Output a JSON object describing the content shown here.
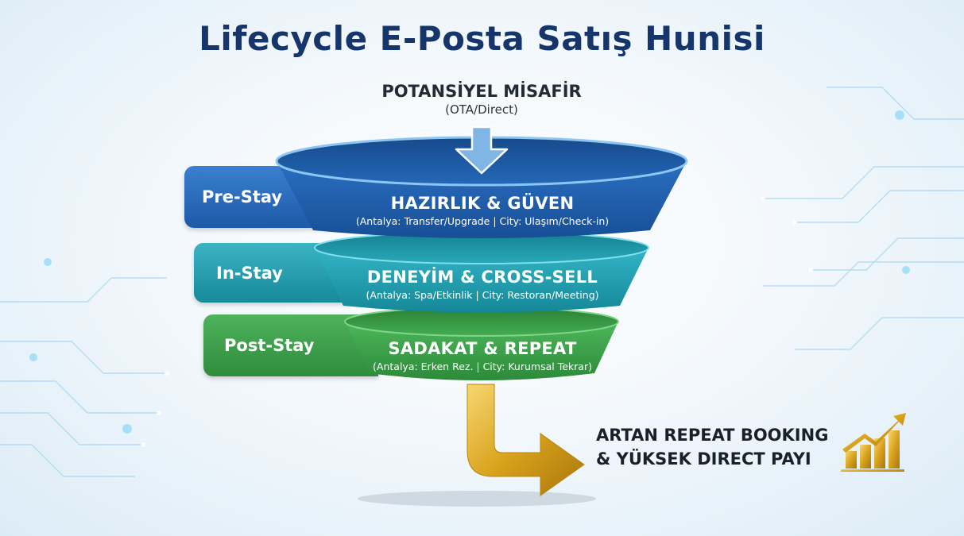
{
  "title": "Lifecycle E-Posta Satış Hunisi",
  "entry": {
    "label": "POTANSİYEL MİSAFİR",
    "sublabel": "(OTA/Direct)"
  },
  "stages": [
    {
      "tab_label": "Pre-Stay",
      "heading": "HAZIRLIK & GÜVEN",
      "detail": "(Antalya: Transfer/Upgrade | City: Ulaşım/Check-in)",
      "color": "#1f5fae"
    },
    {
      "tab_label": "In-Stay",
      "heading": "DENEYİM & CROSS-SELL",
      "detail": "(Antalya: Spa/Etkinlik | City: Restoran/Meeting)",
      "color": "#1a9aac"
    },
    {
      "tab_label": "Post-Stay",
      "heading": "SADAKAT & REPEAT",
      "detail": "(Antalya: Erken Rez. | City: Kurumsal Tekrar)",
      "color": "#2f9a40"
    }
  ],
  "outcome": {
    "line1": "ARTAN REPEAT BOOKING",
    "line2": "& YÜKSEK DIRECT PAYI"
  },
  "icons": {
    "down_arrow": "down-arrow-icon",
    "result_arrow": "gold-arrow-icon",
    "growth_chart": "growth-chart-icon"
  },
  "colors": {
    "title": "#15356b",
    "gold": "#d4a017"
  }
}
